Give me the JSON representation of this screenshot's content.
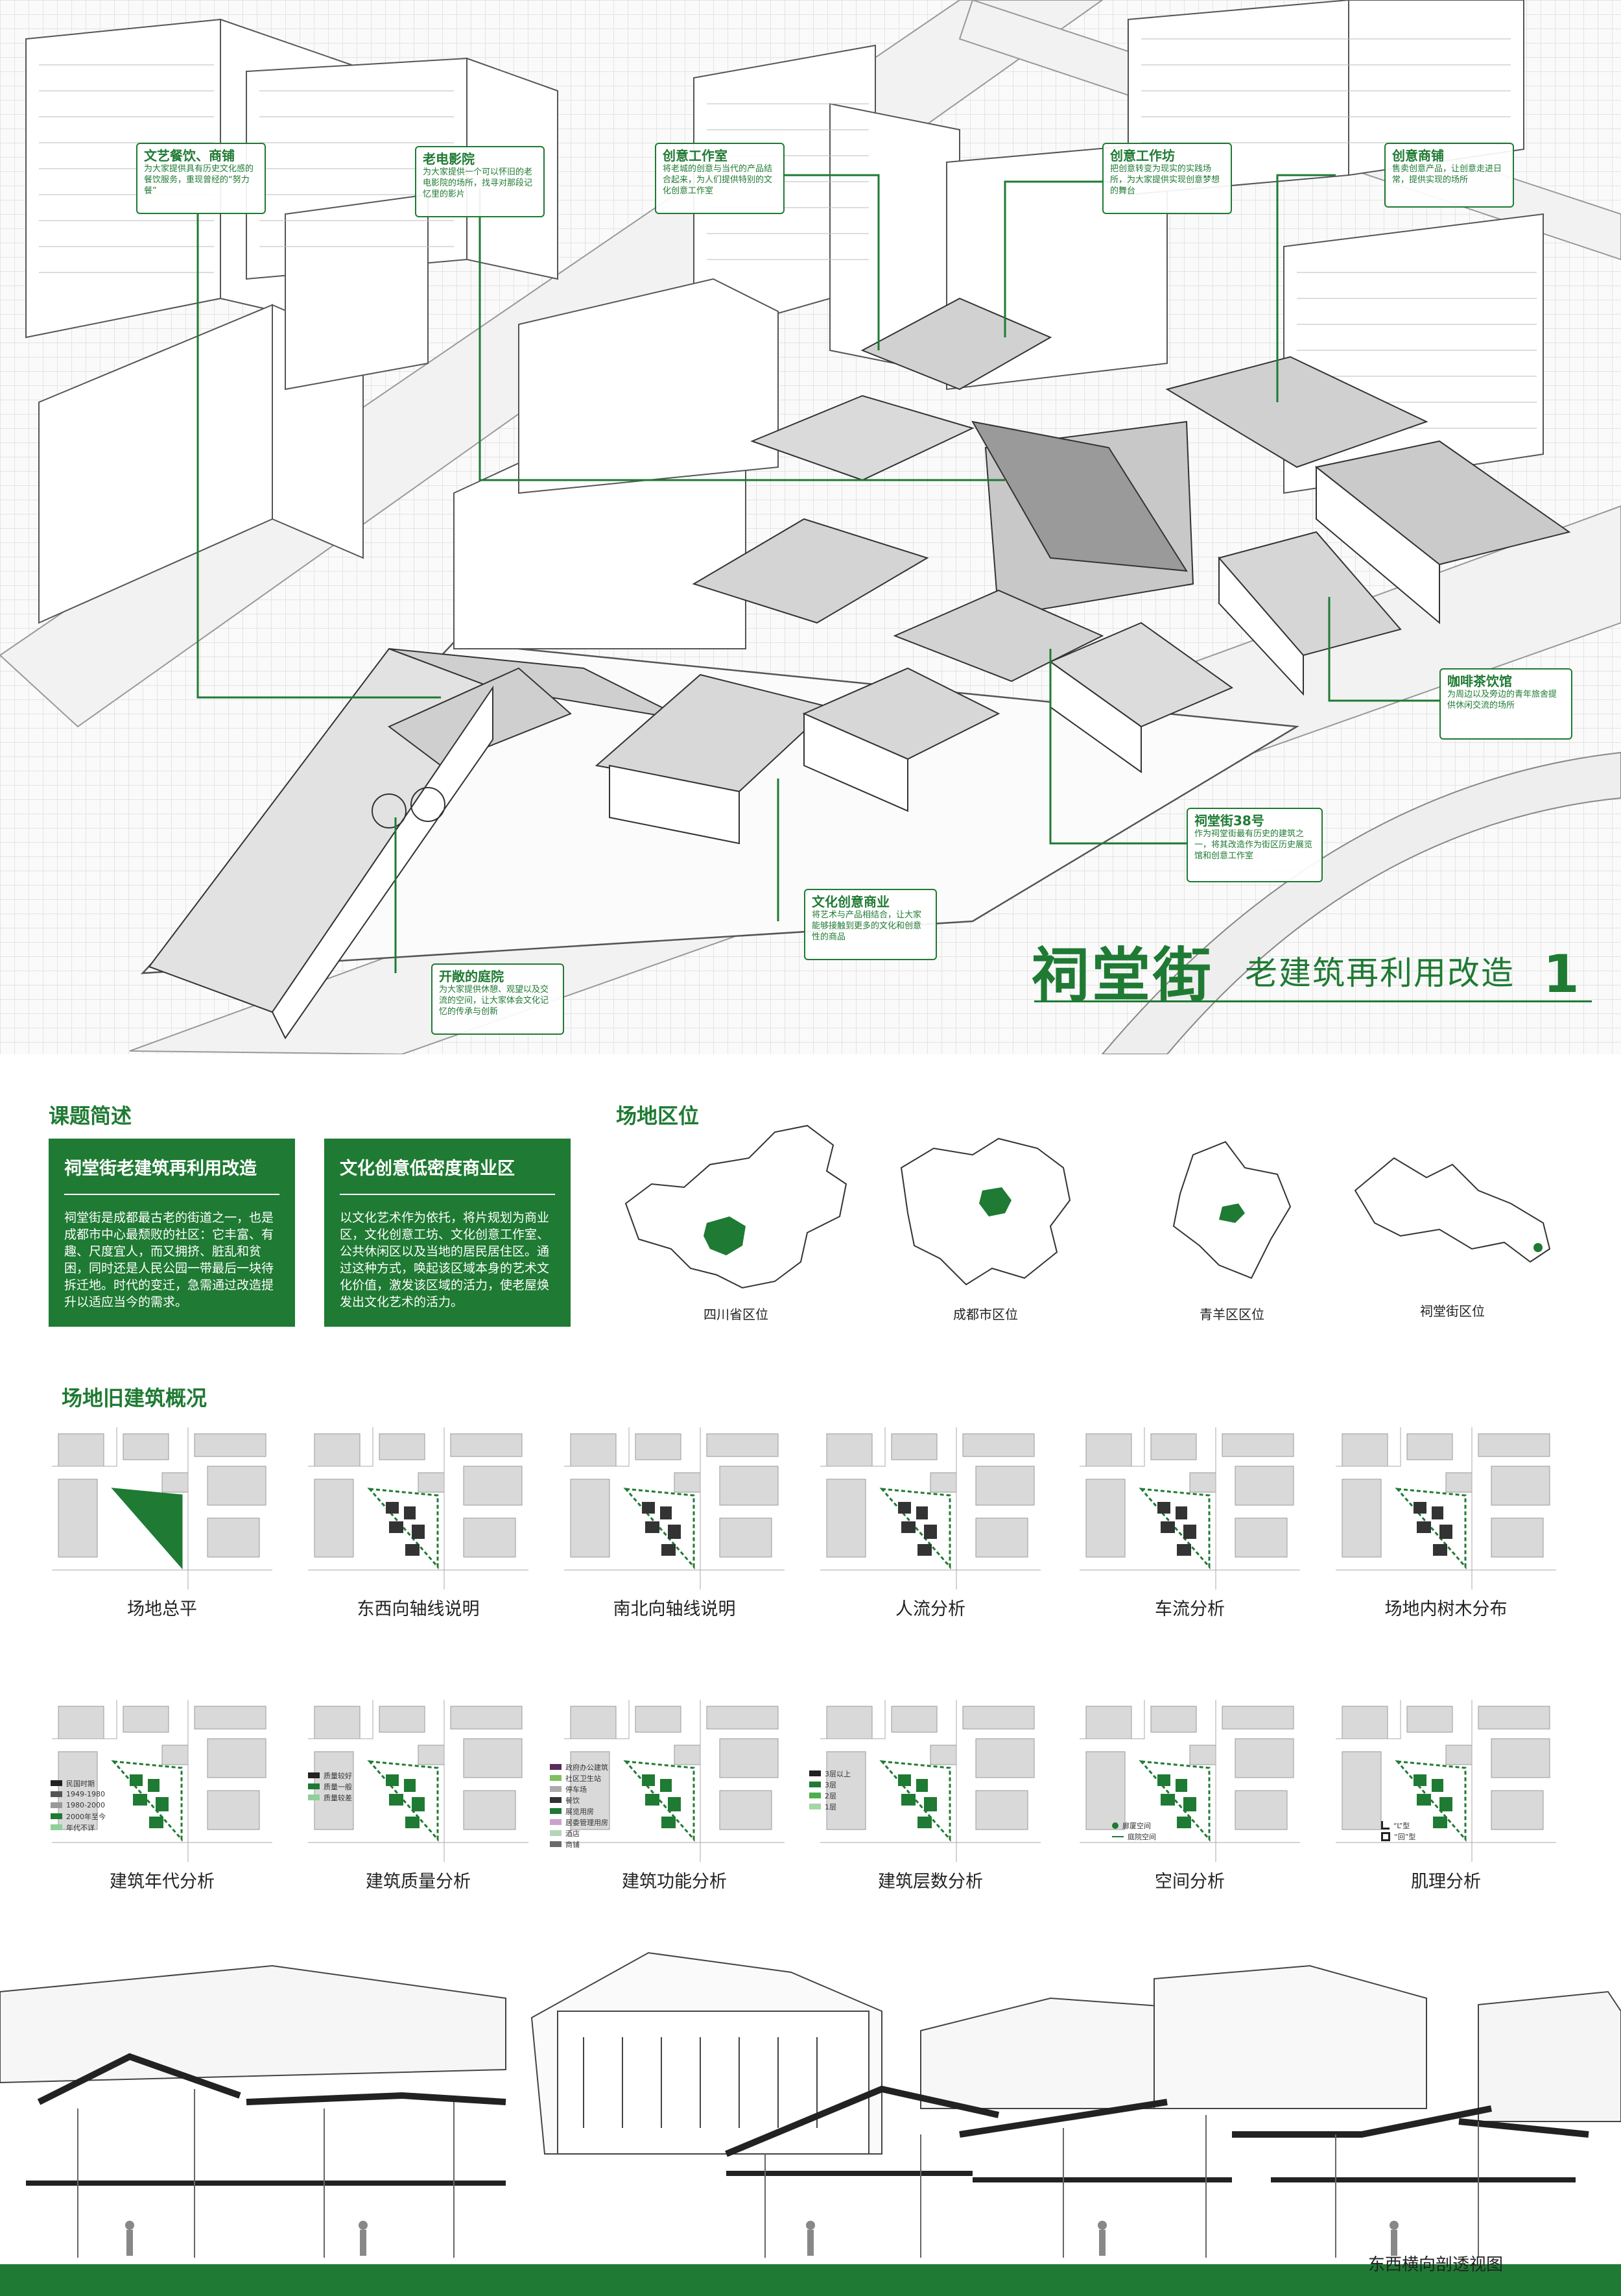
{
  "hero": {
    "callouts": [
      {
        "title": "文艺餐饮、商铺",
        "desc": "为大家提供具有历史文化感的餐饮服务，重现曾经的“努力餐”"
      },
      {
        "title": "老电影院",
        "desc": "为大家提供一个可以怀旧的老电影院的场所，找寻对那段记忆里的影片"
      },
      {
        "title": "创意工作室",
        "desc": "将老城的创意与当代的产品结合起来，为人们提供特别的文化创意工作室"
      },
      {
        "title": "创意工作坊",
        "desc": "把创意转变为现实的实践场所，为大家提供实现创意梦想的舞台"
      },
      {
        "title": "创意商铺",
        "desc": "售卖创意产品，让创意走进日常，提供实现的场所"
      },
      {
        "title": "咖啡茶饮馆",
        "desc": "为周边以及旁边的青年旅舍提供休闲交流的场所"
      },
      {
        "title": "祠堂街38号",
        "desc": "作为祠堂街最有历史的建筑之一，将其改造作为街区历史展览馆和创意工作室"
      },
      {
        "title": "文化创意商业",
        "desc": "将艺术与产品相结合，让大家能够接触到更多的文化和创意性的商品"
      },
      {
        "title": "开敞的庭院",
        "desc": "为大家提供休憩、观望以及交流的空间，让大家体会文化记忆的传承与创新"
      }
    ],
    "title_main": "祠堂街",
    "title_sub": "老建筑再利用改造",
    "title_num": "1"
  },
  "intro": {
    "section_title": "课题简述",
    "box1": {
      "heading": "祠堂街老建筑再利用改造",
      "body": "祠堂街是成都最古老的街道之一，也是成都市中心最颓败的社区：它丰富、有趣、尺度宜人，而又拥挤、脏乱和贫困，同时还是人民公园一带最后一块待拆迁地。时代的变迁，急需通过改造提升以适应当今的需求。"
    },
    "box2": {
      "heading": "文化创意低密度商业区",
      "body": "以文化艺术作为依托，将片规划为商业区，文化创意工坊、文化创意工作室、公共休闲区以及当地的居民居住区。通过这种方式，唤起该区域本身的艺术文化价值，激发该区域的活力，使老屋焕发出文化艺术的活力。"
    }
  },
  "location": {
    "section_title": "场地区位",
    "maps": [
      {
        "label": "四川省区位"
      },
      {
        "label": "成都市区位"
      },
      {
        "label": "青羊区区位"
      },
      {
        "label": "祠堂街区位"
      }
    ]
  },
  "survey": {
    "section_title": "场地旧建筑概况",
    "row1": [
      "场地总平",
      "东西向轴线说明",
      "南北向轴线说明",
      "人流分析",
      "车流分析",
      "场地内树木分布"
    ],
    "row2": [
      "建筑年代分析",
      "建筑质量分析",
      "建筑功能分析",
      "建筑层数分析",
      "空间分析",
      "肌理分析"
    ],
    "legends": {
      "age": [
        "民国时期",
        "1949-1980",
        "1980-2000",
        "2000年至今",
        "年代不详"
      ],
      "quality": [
        "质量较好",
        "质量一般",
        "质量较差"
      ],
      "function": [
        "政府办公建筑",
        "社区卫生站",
        "停车场",
        "餐饮",
        "展览用房",
        "居委管理用房",
        "酒店",
        "商铺"
      ],
      "floors": [
        "3层以上",
        "3层",
        "2层",
        "1层"
      ],
      "space": [
        "廊厦空间",
        "庭院空间"
      ],
      "texture": [
        "“L”型",
        "“回”型"
      ]
    }
  },
  "section_caption": "东西横向剖透视图",
  "colors": {
    "accent": "#1f7a33",
    "accent_light": "#6fbf7a",
    "dark": "#333333"
  }
}
